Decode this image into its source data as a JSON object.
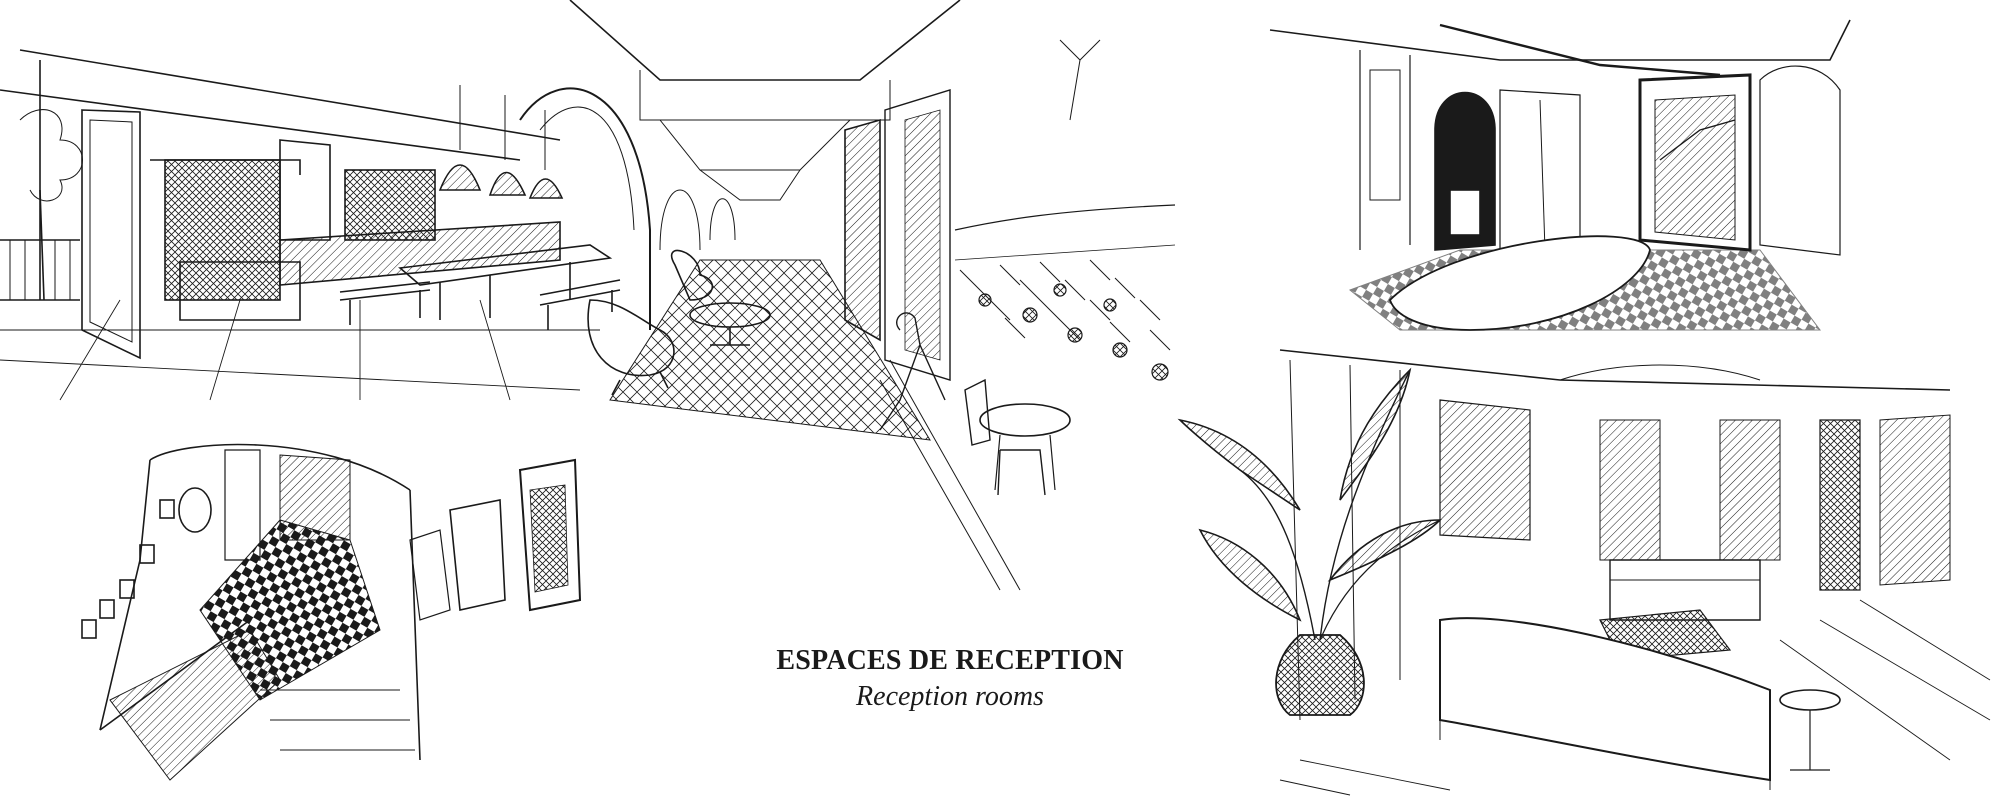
{
  "caption": {
    "title": "ESPACES DE RECEPTION",
    "subtitle": "Reception rooms"
  },
  "colors": {
    "ink": "#1a1a1a",
    "paper": "#ffffff"
  },
  "scenes": [
    "dining-hall-sketch",
    "herringbone-corridor-sketch",
    "vineyard-terrace-sketch",
    "arched-entrance-hall-sketch",
    "stairwell-gallery-sketch",
    "living-room-sketch"
  ]
}
